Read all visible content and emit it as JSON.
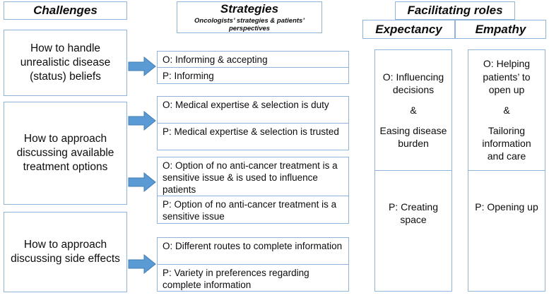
{
  "diagram": {
    "title_columns": {
      "challenges": "Challenges",
      "strategies": "Strategies",
      "strategies_sub": "Oncologists’ strategies & patients’ perspectives",
      "facilitating_roles": "Facilitating roles",
      "expectancy": "Expectancy",
      "empathy": "Empathy"
    },
    "colors": {
      "border": "#8fb4d9",
      "arrow_fill": "#5b9bd5",
      "arrow_stroke": "#3f7cb5",
      "text": "#0d0d0d",
      "background": "#ffffff"
    },
    "challenges": [
      {
        "id": "challenge-1",
        "text": "How to handle unrealistic disease (status) beliefs"
      },
      {
        "id": "challenge-2",
        "text": "How to approach discussing available treatment options"
      },
      {
        "id": "challenge-3",
        "text": "How to approach discussing side effects"
      }
    ],
    "arrows": [
      {
        "id": "arrow-1",
        "label": "arrow-challenge-1-to-strategy-group-1"
      },
      {
        "id": "arrow-2",
        "label": "arrow-challenge-2-to-strategy-group-2"
      },
      {
        "id": "arrow-3",
        "label": "arrow-challenge-2-to-strategy-group-3"
      },
      {
        "id": "arrow-4",
        "label": "arrow-challenge-3-to-strategy-group-4"
      }
    ],
    "strategies": [
      {
        "id": "strategy-1-o",
        "text": "O: Informing & accepting"
      },
      {
        "id": "strategy-1-p",
        "text": "P: Informing"
      },
      {
        "id": "strategy-2-o",
        "text": "O: Medical expertise & selection is duty"
      },
      {
        "id": "strategy-2-p",
        "text": "P: Medical expertise & selection is trusted"
      },
      {
        "id": "strategy-3-o",
        "text": "O: Option of no anti-cancer treatment is a sensitive issue & is used to influence patients"
      },
      {
        "id": "strategy-3-p",
        "text": "P: Option of no anti-cancer treatment is a sensitive issue"
      },
      {
        "id": "strategy-4-o",
        "text": "O: Different routes to complete information"
      },
      {
        "id": "strategy-4-p",
        "text": "P: Variety in preferences regarding complete information"
      }
    ],
    "roles": {
      "expectancy": {
        "oncologist": {
          "line1": "O: Influencing decisions",
          "connector": "&",
          "line2": "Easing disease burden"
        },
        "patient": "P: Creating space"
      },
      "empathy": {
        "oncologist": {
          "line1": "O: Helping patients’ to open up",
          "connector": "&",
          "line2": "Tailoring information and care"
        },
        "patient": "P: Opening up"
      }
    }
  }
}
